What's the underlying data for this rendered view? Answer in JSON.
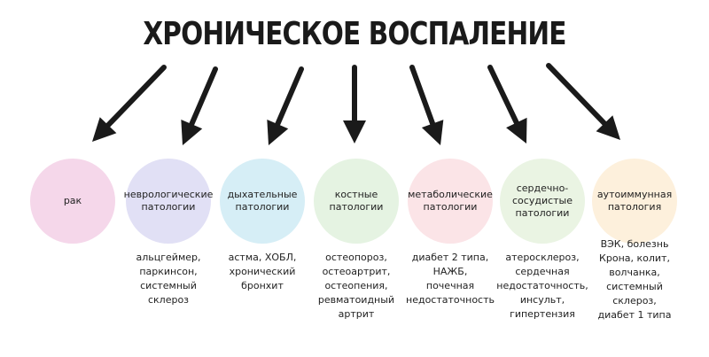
{
  "title": "ХРОНИЧЕСКОЕ ВОСПАЛЕНИЕ",
  "categories": [
    {
      "label": "рак",
      "examples": "",
      "color": "#f5d7ea"
    },
    {
      "label": "неврологические\nпатологии",
      "examples": "альцгеймер,\nпаркинсон,\nсистемный\nсклероз",
      "color": "#e1e0f5"
    },
    {
      "label": "дыхательные\nпатологии",
      "examples": "астма, ХОБЛ,\nхронический\nбронхит",
      "color": "#d6eef6"
    },
    {
      "label": "костные\nпатологии",
      "examples": "остеопороз,\nостеоартрит,\nостеопения,\nревматоидный\nартрит",
      "color": "#e5f3e2"
    },
    {
      "label": "метаболические\nпатологии",
      "examples": "диабет 2 типа,\nНАЖБ,\nпочечная\nнедостаточность",
      "color": "#fbe4e7"
    },
    {
      "label": "сердечно-\nсосудистые\nпатологии",
      "examples": "атеросклероз,\nсердечная\nнедостаточность,\nинсульт,\nгипертензия",
      "color": "#eaf4e3"
    },
    {
      "label": "аутоиммунная\nпатология",
      "examples": "ВЭК, болезнь\nКрона, колит,\nволчанка,\nсистемный\nсклероз,\nдиабет 1 типа",
      "color": "#fdf0dc"
    }
  ],
  "colors": {
    "arrow": "#1a1a1a",
    "title": "#1a1a1a"
  }
}
